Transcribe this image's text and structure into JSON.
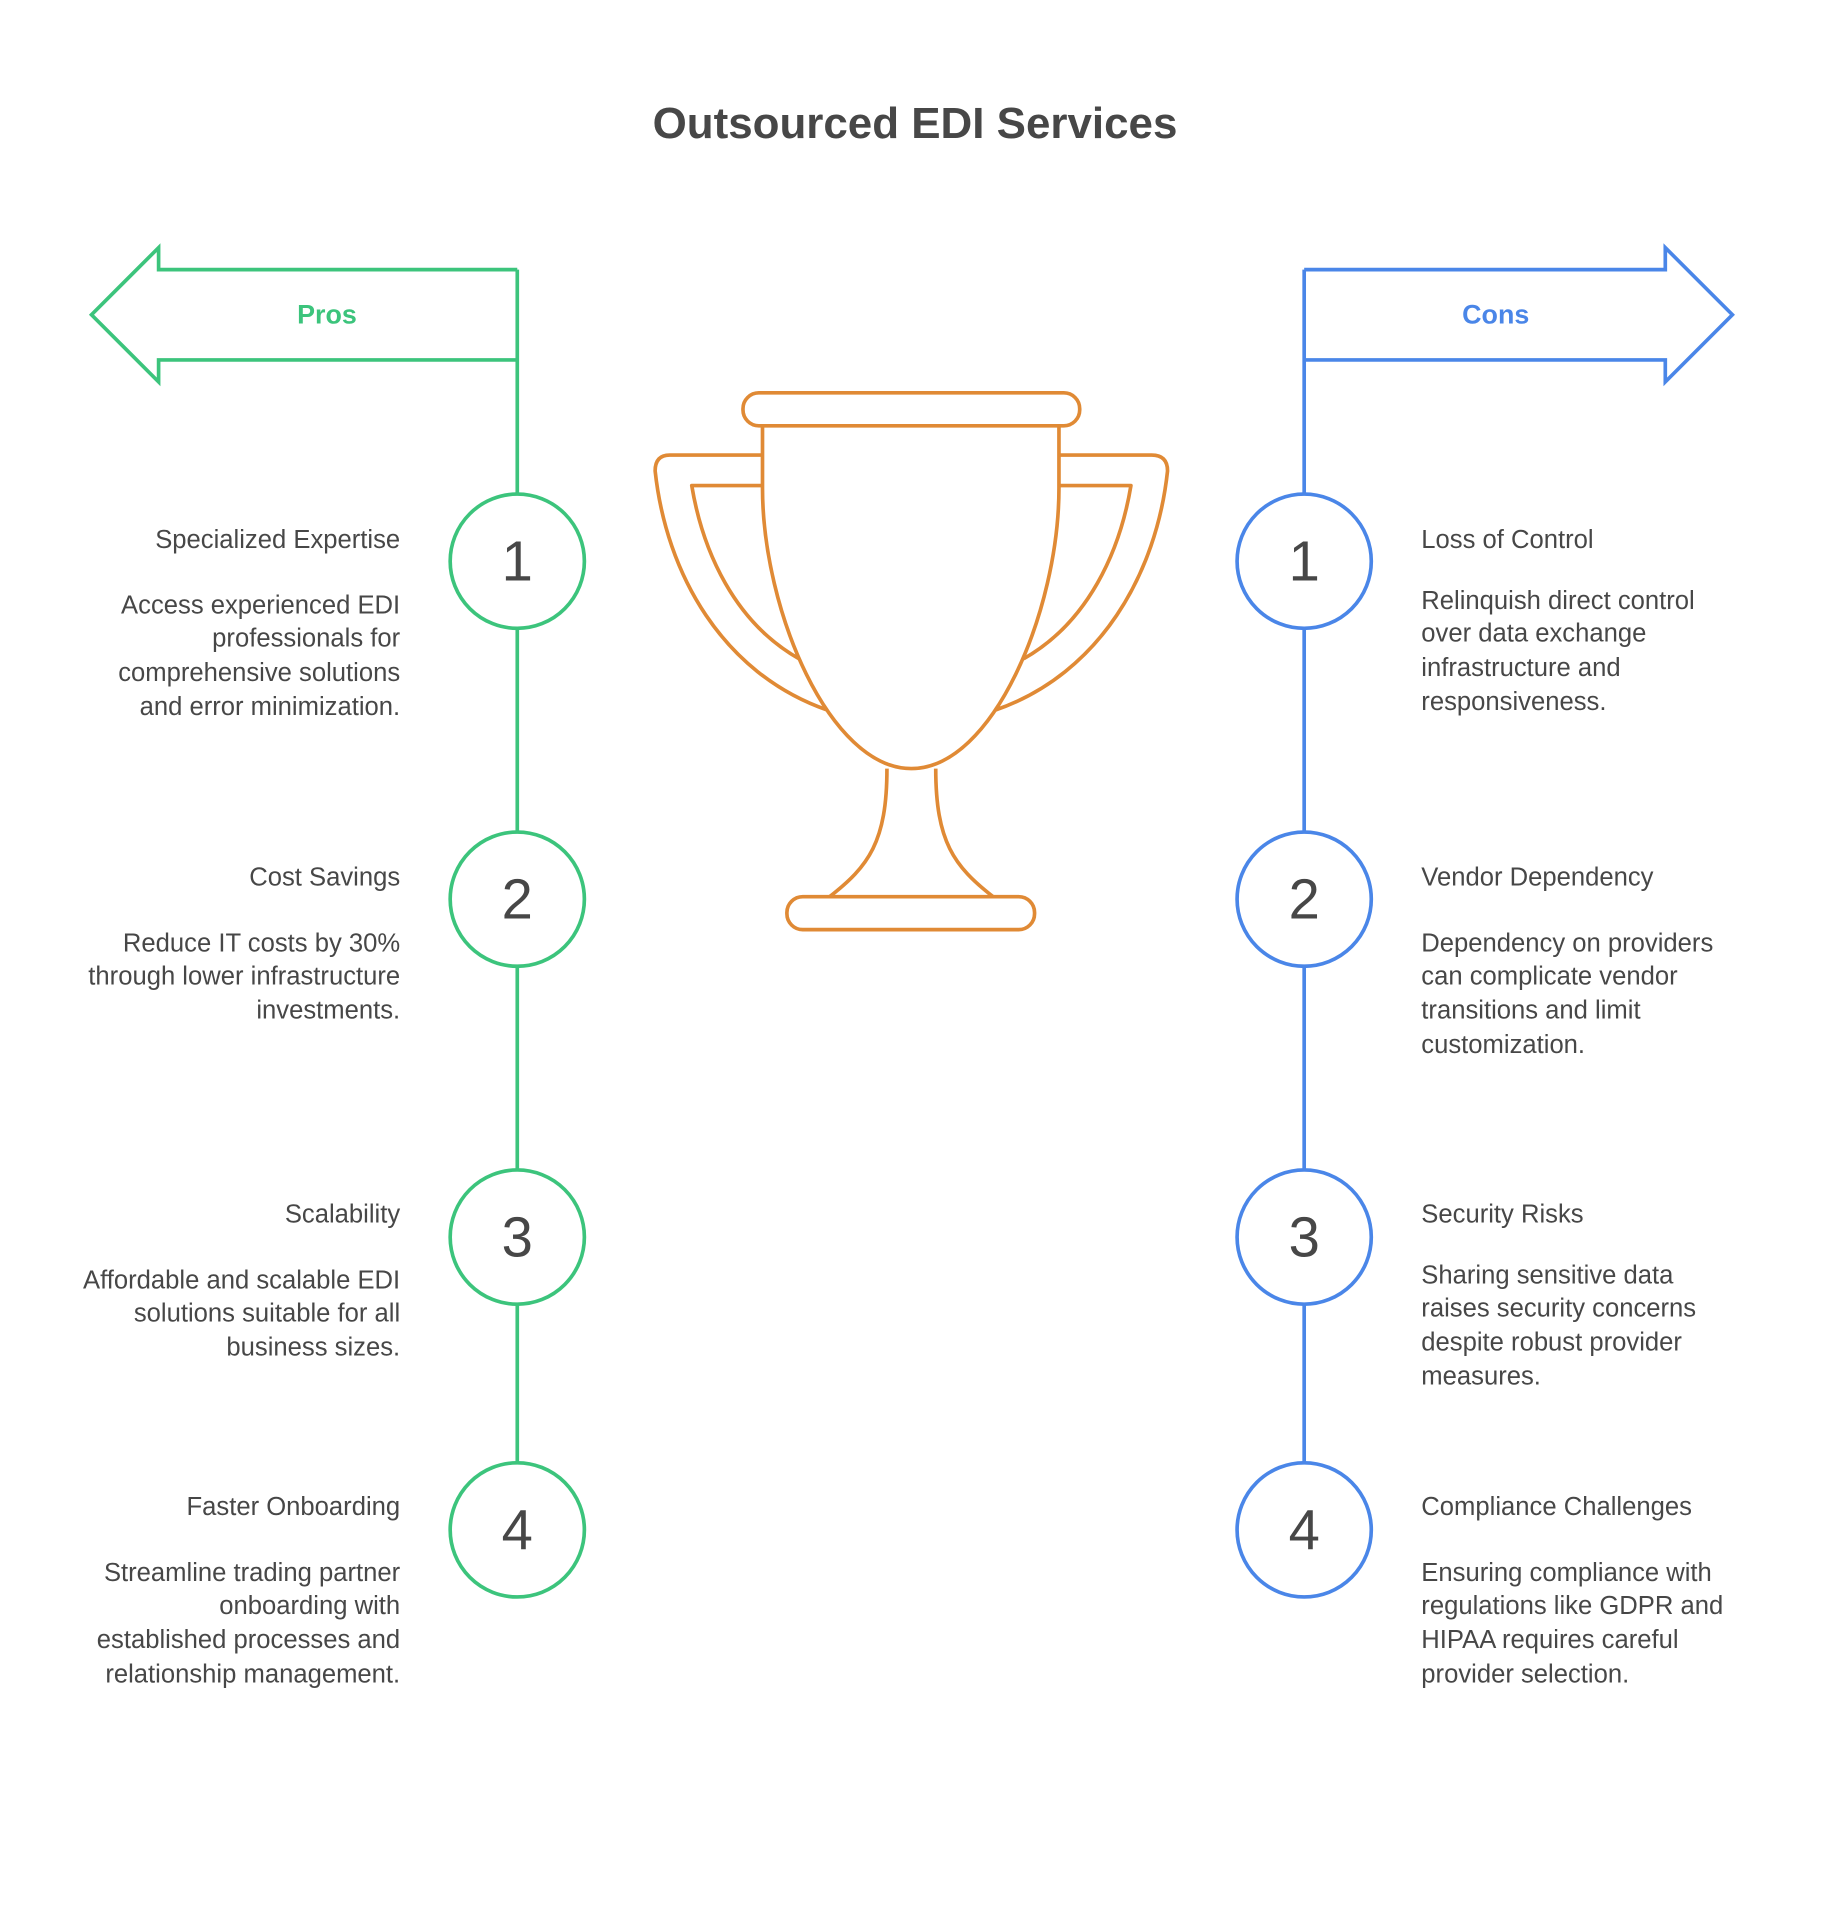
{
  "title": "Outsourced EDI Services",
  "colors": {
    "pros": "#3cc47c",
    "cons": "#4a86e8",
    "trophy": "#e08a35",
    "text": "#474747"
  },
  "pros": {
    "label": "Pros",
    "items": [
      {
        "number": "1",
        "heading": "Specialized Expertise",
        "description": "Access experienced EDI professionals for comprehensive solutions and error minimization."
      },
      {
        "number": "2",
        "heading": "Cost Savings",
        "description": "Reduce IT costs by 30% through lower infrastructure investments."
      },
      {
        "number": "3",
        "heading": "Scalability",
        "description": "Affordable and scalable EDI solutions suitable for all business sizes."
      },
      {
        "number": "4",
        "heading": "Faster Onboarding",
        "description": "Streamline trading partner onboarding with established processes and relationship management."
      }
    ]
  },
  "cons": {
    "label": "Cons",
    "items": [
      {
        "number": "1",
        "heading": "Loss of Control",
        "description": "Relinquish direct control over data exchange infrastructure and responsiveness."
      },
      {
        "number": "2",
        "heading": "Vendor Dependency",
        "description": "Dependency on providers can complicate vendor transitions and limit customization."
      },
      {
        "number": "3",
        "heading": "Security Risks",
        "description": "Sharing sensitive data raises security concerns despite robust provider measures."
      },
      {
        "number": "4",
        "heading": "Compliance Challenges",
        "description": "Ensuring compliance with regulations like GDPR and HIPAA requires careful provider selection."
      }
    ]
  }
}
